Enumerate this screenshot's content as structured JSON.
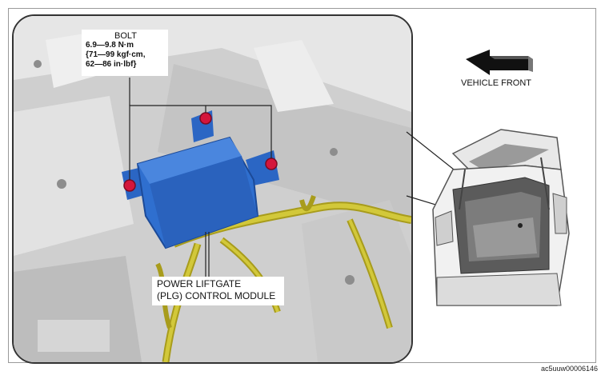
{
  "bolt": {
    "title": "BOLT",
    "spec_line1": "6.9—9.8 N·m",
    "spec_line2": "{71—99 kgf·cm,",
    "spec_line3": "62—86 in·lbf}"
  },
  "module": {
    "line1": "POWER LIFTGATE",
    "line2": "(PLG) CONTROL MODULE"
  },
  "orientation": {
    "label": "VEHICLE FRONT"
  },
  "figure_code": "ac5uuw00006146",
  "colors": {
    "module_blue": "#2f6fcf",
    "bolt_red": "#d4163c",
    "harness_yellow": "#c8bd2a",
    "panel_grey": "#d8d8d8"
  }
}
